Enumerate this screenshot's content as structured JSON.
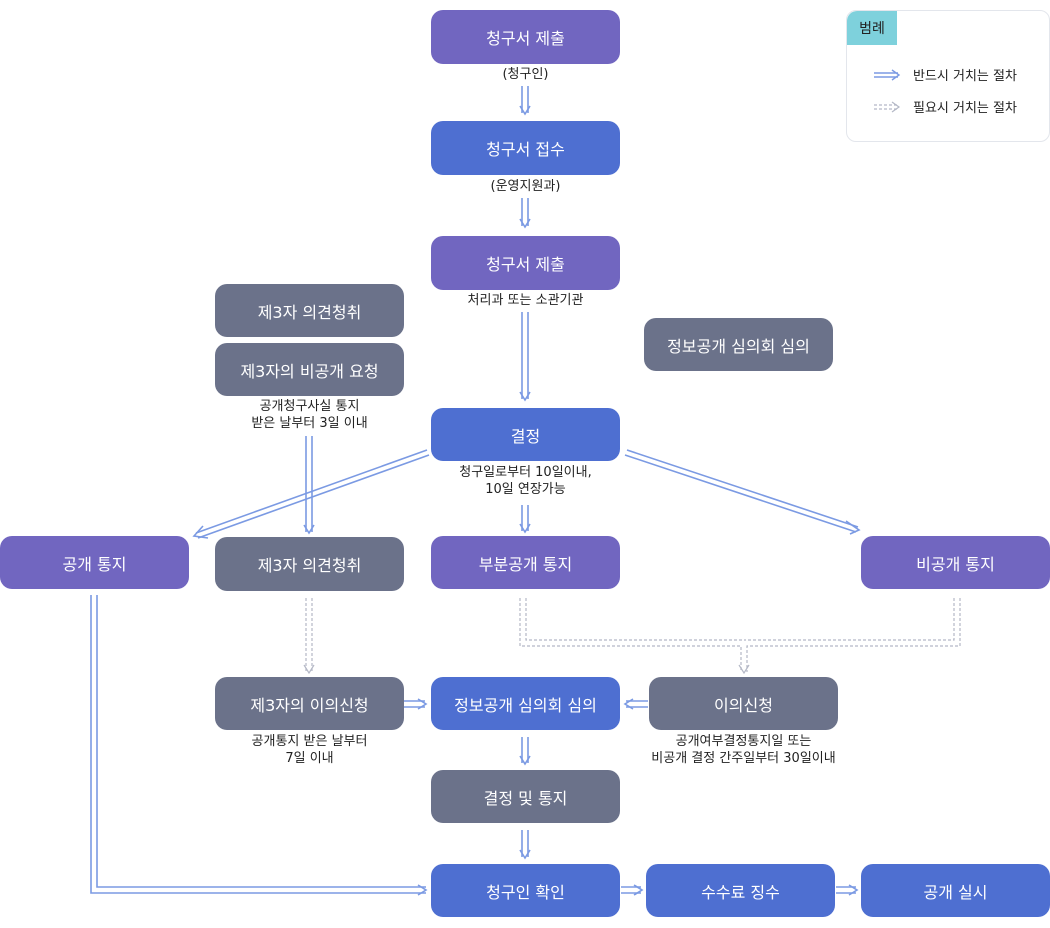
{
  "legend": {
    "title": "범례",
    "solid": "반드시 거치는 절차",
    "dashed": "필요시 거치는 절차"
  },
  "nodes": {
    "submit1": "청구서 제출",
    "receive": "청구서 접수",
    "submit2": "청구서 제출",
    "third_opinion_top": "제3자 의견청취",
    "third_nondisclosure_request": "제3자의 비공개 요청",
    "committee_top": "정보공개 심의회 심의",
    "decision": "결정",
    "public_notice": "공개 통지",
    "third_opinion": "제3자 의견청취",
    "partial_notice": "부분공개 통지",
    "nonpublic_notice": "비공개 통지",
    "third_objection": "제3자의 이의신청",
    "committee": "정보공개 심의회 심의",
    "objection": "이의신청",
    "decision_notice": "결정 및 통지",
    "requester_confirm": "청구인 확인",
    "fee": "수수료 징수",
    "disclosure": "공개 실시"
  },
  "notes": {
    "requester": "(청구인)",
    "office": "(운영지원과)",
    "agency": "처리과 또는 소관기관",
    "third_notice_1": "공개청구사실 통지",
    "third_notice_2": "받은 날부터 3일 이내",
    "decision_1": "청구일로부터 10일이내,",
    "decision_2": "10일 연장가능",
    "third_objection_1": "공개통지 받은 날부터",
    "third_objection_2": "7일 이내",
    "objection_1": "공개여부결정통지일 또는",
    "objection_2": "비공개 결정 간주일부터 30일이내"
  },
  "colors": {
    "purple": "#7166c0",
    "blue": "#4e6fd1",
    "gray": "#6b728a",
    "arrow": "#7b9ae3",
    "dashed_arrow": "#b4b8c6",
    "legend_tag": "#7ed1dc"
  }
}
